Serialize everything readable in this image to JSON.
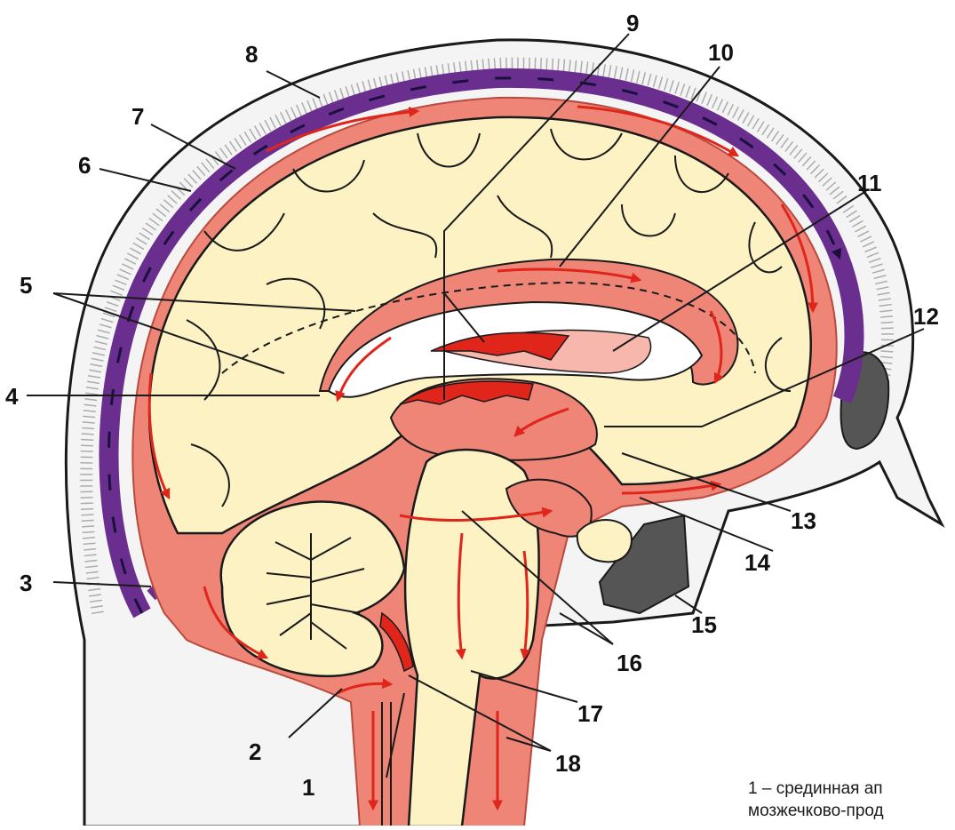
{
  "figure": {
    "labels": [
      "1",
      "2",
      "3",
      "4",
      "5",
      "6",
      "7",
      "8",
      "9",
      "10",
      "11",
      "12",
      "13",
      "14",
      "15",
      "16",
      "17",
      "18"
    ],
    "caption_lines": [
      "1 – срединная ап",
      "мозжечково-прод"
    ]
  },
  "colors": {
    "skull": "#f4f4f4",
    "skull_outline": "#1a1a1a",
    "venous_sinus": "#6a2f8e",
    "csf": "#ee8577",
    "brain": "#fdf2c4",
    "arrow": "#e0251b",
    "ventricle": "#f7b7ac",
    "dark_cavity": "#555555"
  }
}
